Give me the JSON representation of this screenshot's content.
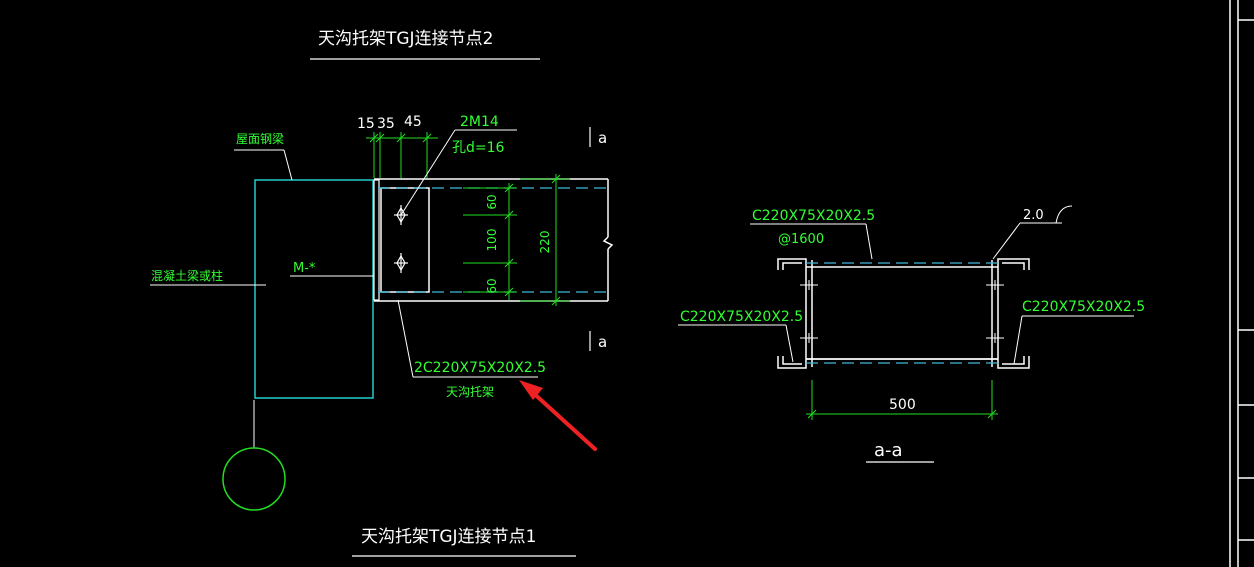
{
  "colors": {
    "background": "#000000",
    "white": "#ffffff",
    "green": "#22dd22",
    "cyan": "#22cccc",
    "dash": "#3fb8d8",
    "red": "#ee2222"
  },
  "top_title": "天沟托架TGJ连接节点2",
  "bottom_title": "天沟托架TGJ连接节点1",
  "detail1": {
    "roof_beam_label": "屋面钢梁",
    "column_label": "混凝土梁或柱",
    "plate_label": "M-*",
    "dim_top": [
      "15",
      "35",
      "45"
    ],
    "bolt_label": "2M14",
    "hole_label": "孔d=16",
    "dim_right": [
      "60",
      "100",
      "60"
    ],
    "dim_total": "220",
    "section_mark_top": "a",
    "section_mark_bottom": "a",
    "member_label": "2C220X75X20X2.5",
    "member_sublabel": "天沟托架"
  },
  "section_aa": {
    "top_label": "C220X75X20X2.5",
    "spacing_label": "@1600",
    "thickness_label": "2.0",
    "left_label": "C220X75X20X2.5",
    "right_label": "C220X75X20X2.5",
    "width_dim": "500",
    "title": "a-a"
  }
}
